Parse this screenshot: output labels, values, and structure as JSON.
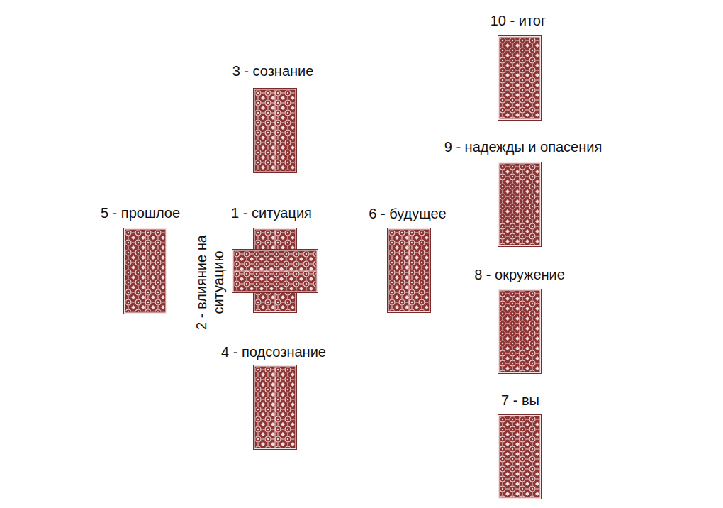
{
  "diagram": {
    "nodes": [
      {
        "text": [
          "1 - ситуация"
        ]
      },
      {
        "text": [
          "2 - влияние на ситуацию"
        ]
      },
      {
        "text": [
          "3 - сознание"
        ]
      },
      {
        "text": [
          "4 - подсознание"
        ]
      },
      {
        "text": [
          "5 - прошлое"
        ]
      },
      {
        "text": [
          "6 - будущее"
        ]
      },
      {
        "text": [
          "7 - вы"
        ]
      },
      {
        "text": [
          "8 - окружение"
        ]
      },
      {
        "text": [
          "9 - надежды и опасения"
        ]
      },
      {
        "text": [
          "10 - итог"
        ]
      }
    ]
  }
}
